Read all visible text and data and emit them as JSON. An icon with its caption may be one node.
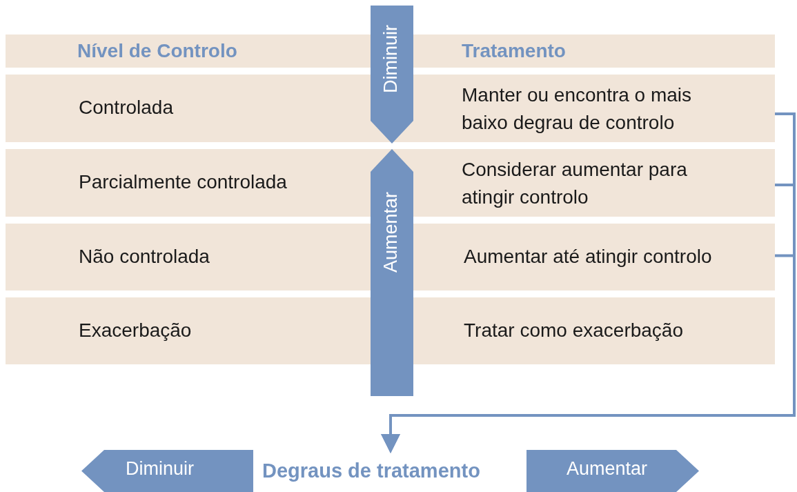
{
  "diagram": {
    "nodes": [
      {
        "text": [
          "Nível de Controlo",
          "Tratamento"
        ]
      },
      {
        "text": [
          "Controlada",
          "Manter ou encontra o mais baixo degrau de controlo"
        ]
      },
      {
        "text": [
          "Parcialmente controlada",
          "Considerar aumentar para atingir controlo"
        ]
      },
      {
        "text": [
          "Não controlada",
          "Aumentar até atingir controlo"
        ]
      },
      {
        "text": [
          "Exacerbação",
          "Tratar como exacerbação"
        ]
      },
      {
        "text": [
          "Diminuir"
        ]
      },
      {
        "text": [
          "Aumentar"
        ]
      },
      {
        "text": [
          "Diminuir"
        ]
      },
      {
        "text": [
          "Degraus de tratamento"
        ]
      },
      {
        "text": [
          "Aumentar"
        ]
      }
    ],
    "edges": [
      {
        "from": 1,
        "to": 8,
        "arrow": "to"
      },
      {
        "from": 2,
        "to": 8,
        "arrow": "to"
      },
      {
        "from": 3,
        "to": 8,
        "arrow": "to"
      }
    ]
  }
}
